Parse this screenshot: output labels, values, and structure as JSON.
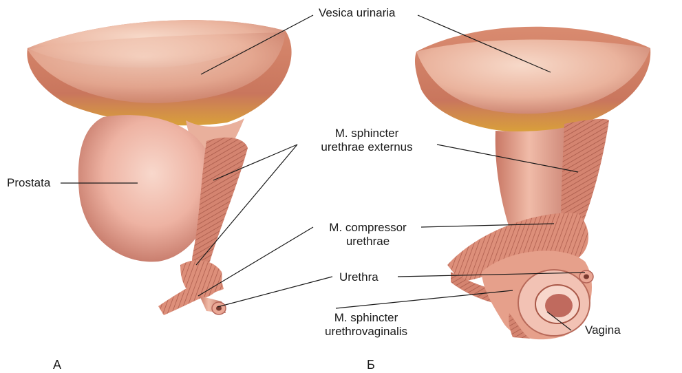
{
  "labels": {
    "vesica": "Vesica urinaria",
    "prostata": "Prostata",
    "sphincter_ext_1": "M. sphincter",
    "sphincter_ext_2": "urethrae externus",
    "compressor_1": "M. compressor",
    "compressor_2": "urethrae",
    "urethra": "Urethra",
    "urethrovaginalis_1": "M. sphincter",
    "urethrovaginalis_2": "urethrovaginalis",
    "vagina": "Vagina"
  },
  "panels": {
    "left": "А",
    "right": "Б"
  },
  "colors": {
    "tissue_light": "#f4c7b4",
    "tissue_mid": "#e59c86",
    "tissue_dark": "#b45c4c",
    "fat_yellow": "#e0a23a",
    "muscle": "#d98570",
    "leader_line": "#1a1a1a"
  }
}
